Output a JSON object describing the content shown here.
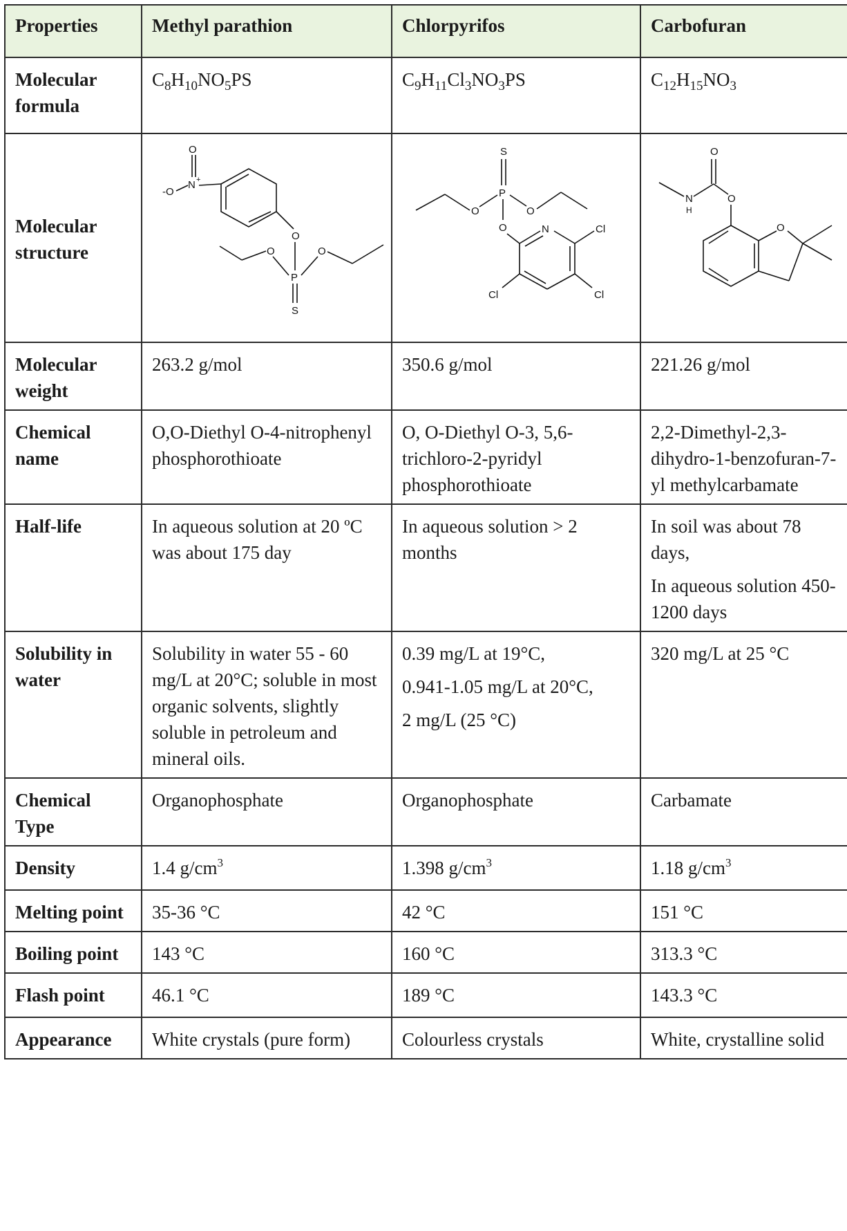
{
  "header": {
    "properties": "Properties",
    "methyl_parathion": "Methyl parathion",
    "chlorpyrifos": "Chlorpyrifos",
    "carbofuran": "Carbofuran"
  },
  "rows": {
    "formula": {
      "label": "Molecular formula",
      "mp": [
        "C",
        "8",
        "H",
        "10",
        "NO",
        "5",
        "PS"
      ],
      "cp": [
        "C",
        "9",
        "H",
        "11",
        "Cl",
        "3",
        "NO",
        "3",
        "PS"
      ],
      "cf": [
        "C",
        "12",
        "H",
        "15",
        "NO",
        "3"
      ]
    },
    "structure": {
      "label": "Molecular structure",
      "mp_atoms": {
        "o_top": "O",
        "n": "N",
        "n_charge": "+",
        "o_minus": "-O",
        "o_ring": "O",
        "o_left": "O",
        "o_right": "O",
        "p": "P",
        "s": "S"
      },
      "cp_atoms": {
        "s": "S",
        "p": "P",
        "o_left": "O",
        "o_right": "O",
        "o_down": "O",
        "n": "N",
        "cl1": "Cl",
        "cl2": "Cl",
        "cl3": "Cl"
      },
      "cf_atoms": {
        "o_top": "O",
        "n": "N",
        "h": "H",
        "o_ester": "O",
        "o_ring": "O"
      }
    },
    "weight": {
      "label": "Molecular weight",
      "mp": "263.2 g/mol",
      "cp": "350.6 g/mol",
      "cf": "221.26 g/mol"
    },
    "chemical_name": {
      "label": "Chemical name",
      "mp": "O,O-Diethyl O-4-nitrophenyl phosphorothioate",
      "cp": "O, O-Diethyl O-3, 5,6-trichloro-2-pyridyl phosphorothioate",
      "cf": "2,2-Dimethyl-2,3-dihydro-1-benzofuran-7-yl methylcarbamate"
    },
    "half_life": {
      "label": "Half-life",
      "mp": "In aqueous solution at 20 ºC was about 175 day",
      "cp": "In aqueous solution > 2 months",
      "cf_1": "In soil was about 78 days,",
      "cf_2": "In aqueous solution 450-1200 days"
    },
    "solubility": {
      "label": "Solubility in water",
      "mp": "Solubility in water 55 - 60 mg/L at 20°C; soluble in most organic solvents, slightly soluble in petroleum and mineral oils.",
      "cp_1": "0.39 mg/L at 19°C,",
      "cp_2": "0.941-1.05 mg/L at 20°C,",
      "cp_3": "2 mg/L (25 °C)",
      "cf": "320 mg/L at 25 °C"
    },
    "type": {
      "label": "Chemical Type",
      "mp": "Organophosphate",
      "cp": "Organophosphate",
      "cf": "Carbamate"
    },
    "density": {
      "label": "Density",
      "mp": "1.4 g/cm",
      "cp": "1.398 g/cm",
      "cf": "1.18 g/cm",
      "exp": "3"
    },
    "melting": {
      "label": "Melting point",
      "mp": "35-36 °C",
      "cp": "42 °C",
      "cf": "151 °C"
    },
    "boiling": {
      "label": "Boiling point",
      "mp": "143 °C",
      "cp": "160 °C",
      "cf": "313.3 °C"
    },
    "flash": {
      "label": "Flash point",
      "mp": "46.1 °C",
      "cp": "189 °C",
      "cf": "143.3 °C"
    },
    "appearance": {
      "label": "Appearance",
      "mp": "White crystals (pure form)",
      "cp": "Colourless crystals",
      "cf": "White, crystalline solid"
    }
  }
}
